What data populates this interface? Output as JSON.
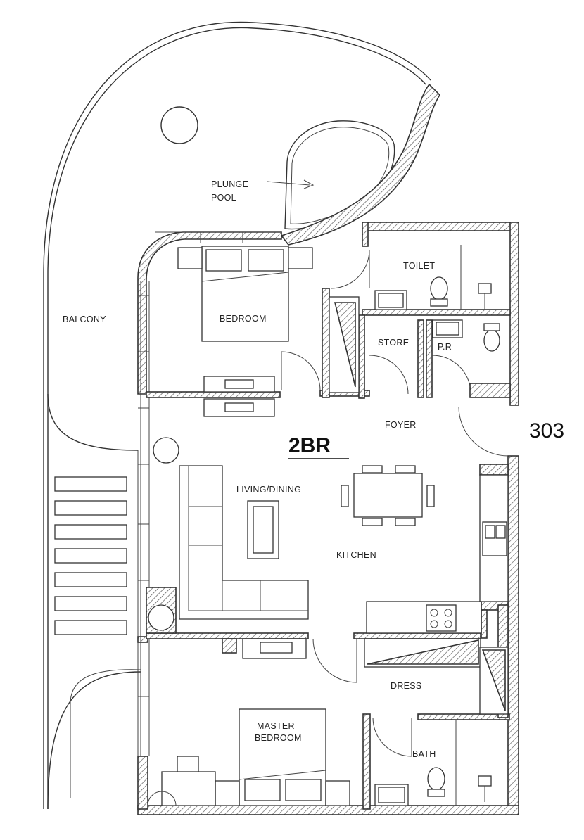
{
  "plan": {
    "unit_type": "2BR",
    "unit_number": "303",
    "colors": {
      "line": "#333333",
      "background": "#ffffff"
    },
    "rooms": {
      "plunge_pool_line1": "PLUNGE",
      "plunge_pool_line2": "POOL",
      "toilet": "TOILET",
      "store": "STORE",
      "powder_room": "P.R",
      "bedroom": "BEDROOM",
      "balcony": "BALCONY",
      "foyer": "FOYER",
      "living_dining": "LIVING/DINING",
      "kitchen": "KITCHEN",
      "dress": "DRESS",
      "master_bedroom_line1": "MASTER",
      "master_bedroom_line2": "BEDROOM",
      "bath": "BATH"
    }
  }
}
